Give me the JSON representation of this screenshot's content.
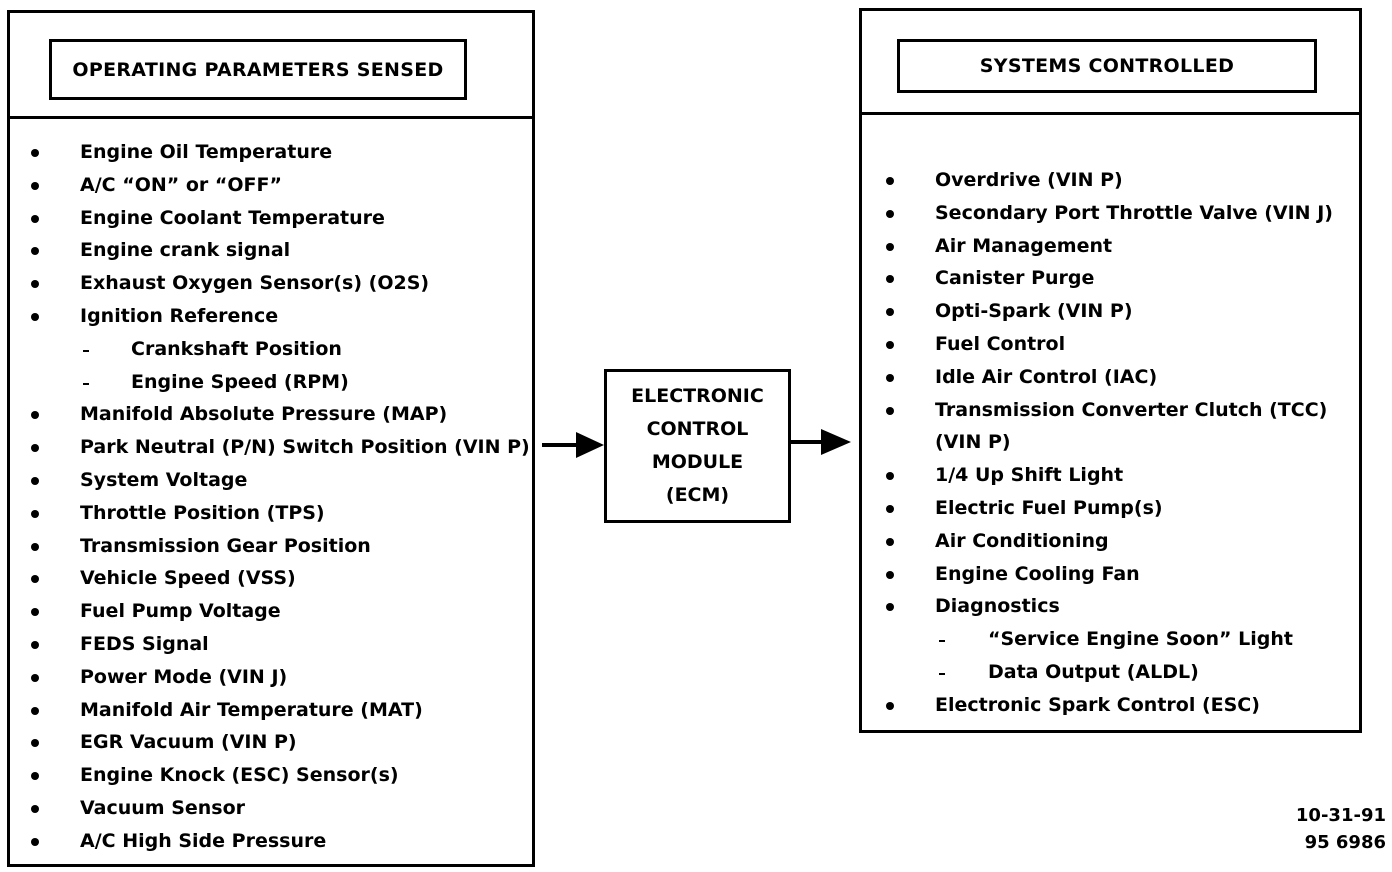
{
  "inputs": {
    "title": "OPERATING PARAMETERS SENSED",
    "items": [
      {
        "label": "Engine Oil Temperature",
        "level": 0
      },
      {
        "label": "A/C “ON” or “OFF”",
        "level": 0
      },
      {
        "label": "Engine Coolant Temperature",
        "level": 0
      },
      {
        "label": "Engine crank signal",
        "level": 0
      },
      {
        "label": "Exhaust Oxygen Sensor(s) (O2S)",
        "level": 0
      },
      {
        "label": "Ignition Reference",
        "level": 0
      },
      {
        "label": "Crankshaft Position",
        "level": 1
      },
      {
        "label": "Engine Speed (RPM)",
        "level": 1
      },
      {
        "label": "Manifold Absolute Pressure (MAP)",
        "level": 0
      },
      {
        "label": "Park Neutral (P/N) Switch Position (VIN P)",
        "level": 0
      },
      {
        "label": "System Voltage",
        "level": 0
      },
      {
        "label": "Throttle Position (TPS)",
        "level": 0
      },
      {
        "label": "Transmission Gear Position",
        "level": 0
      },
      {
        "label": "Vehicle Speed (VSS)",
        "level": 0
      },
      {
        "label": "Fuel Pump Voltage",
        "level": 0
      },
      {
        "label": "FEDS Signal",
        "level": 0
      },
      {
        "label": "Power Mode (VIN J)",
        "level": 0
      },
      {
        "label": "Manifold Air Temperature (MAT)",
        "level": 0
      },
      {
        "label": "EGR Vacuum (VIN P)",
        "level": 0
      },
      {
        "label": "Engine Knock (ESC) Sensor(s)",
        "level": 0
      },
      {
        "label": "Vacuum Sensor",
        "level": 0
      },
      {
        "label": "A/C High Side Pressure",
        "level": 0
      }
    ]
  },
  "module": {
    "lines": [
      "ELECTRONIC",
      "CONTROL",
      "MODULE",
      "(ECM)"
    ]
  },
  "outputs": {
    "title": "SYSTEMS CONTROLLED",
    "items": [
      {
        "label": "Overdrive (VIN P)",
        "level": 0
      },
      {
        "label": "Secondary Port Throttle Valve (VIN J)",
        "level": 0
      },
      {
        "label": "Air Management",
        "level": 0
      },
      {
        "label": "Canister Purge",
        "level": 0
      },
      {
        "label": "Opti-Spark (VIN P)",
        "level": 0
      },
      {
        "label": "Fuel Control",
        "level": 0
      },
      {
        "label": "Idle Air Control (IAC)",
        "level": 0
      },
      {
        "label": "Transmission Converter Clutch (TCC)",
        "level": 0
      },
      {
        "label": "(VIN P)",
        "level": 2
      },
      {
        "label": "1/4 Up Shift Light",
        "level": 0
      },
      {
        "label": "Electric Fuel Pump(s)",
        "level": 0
      },
      {
        "label": "Air Conditioning",
        "level": 0
      },
      {
        "label": "Engine Cooling Fan",
        "level": 0
      },
      {
        "label": "Diagnostics",
        "level": 0
      },
      {
        "label": "“Service Engine Soon” Light",
        "level": 1
      },
      {
        "label": "Data Output (ALDL)",
        "level": 1
      },
      {
        "label": "Electronic Spark Control (ESC)",
        "level": 0
      }
    ]
  },
  "reference": {
    "date": "10-31-91",
    "code": "95 6986"
  }
}
